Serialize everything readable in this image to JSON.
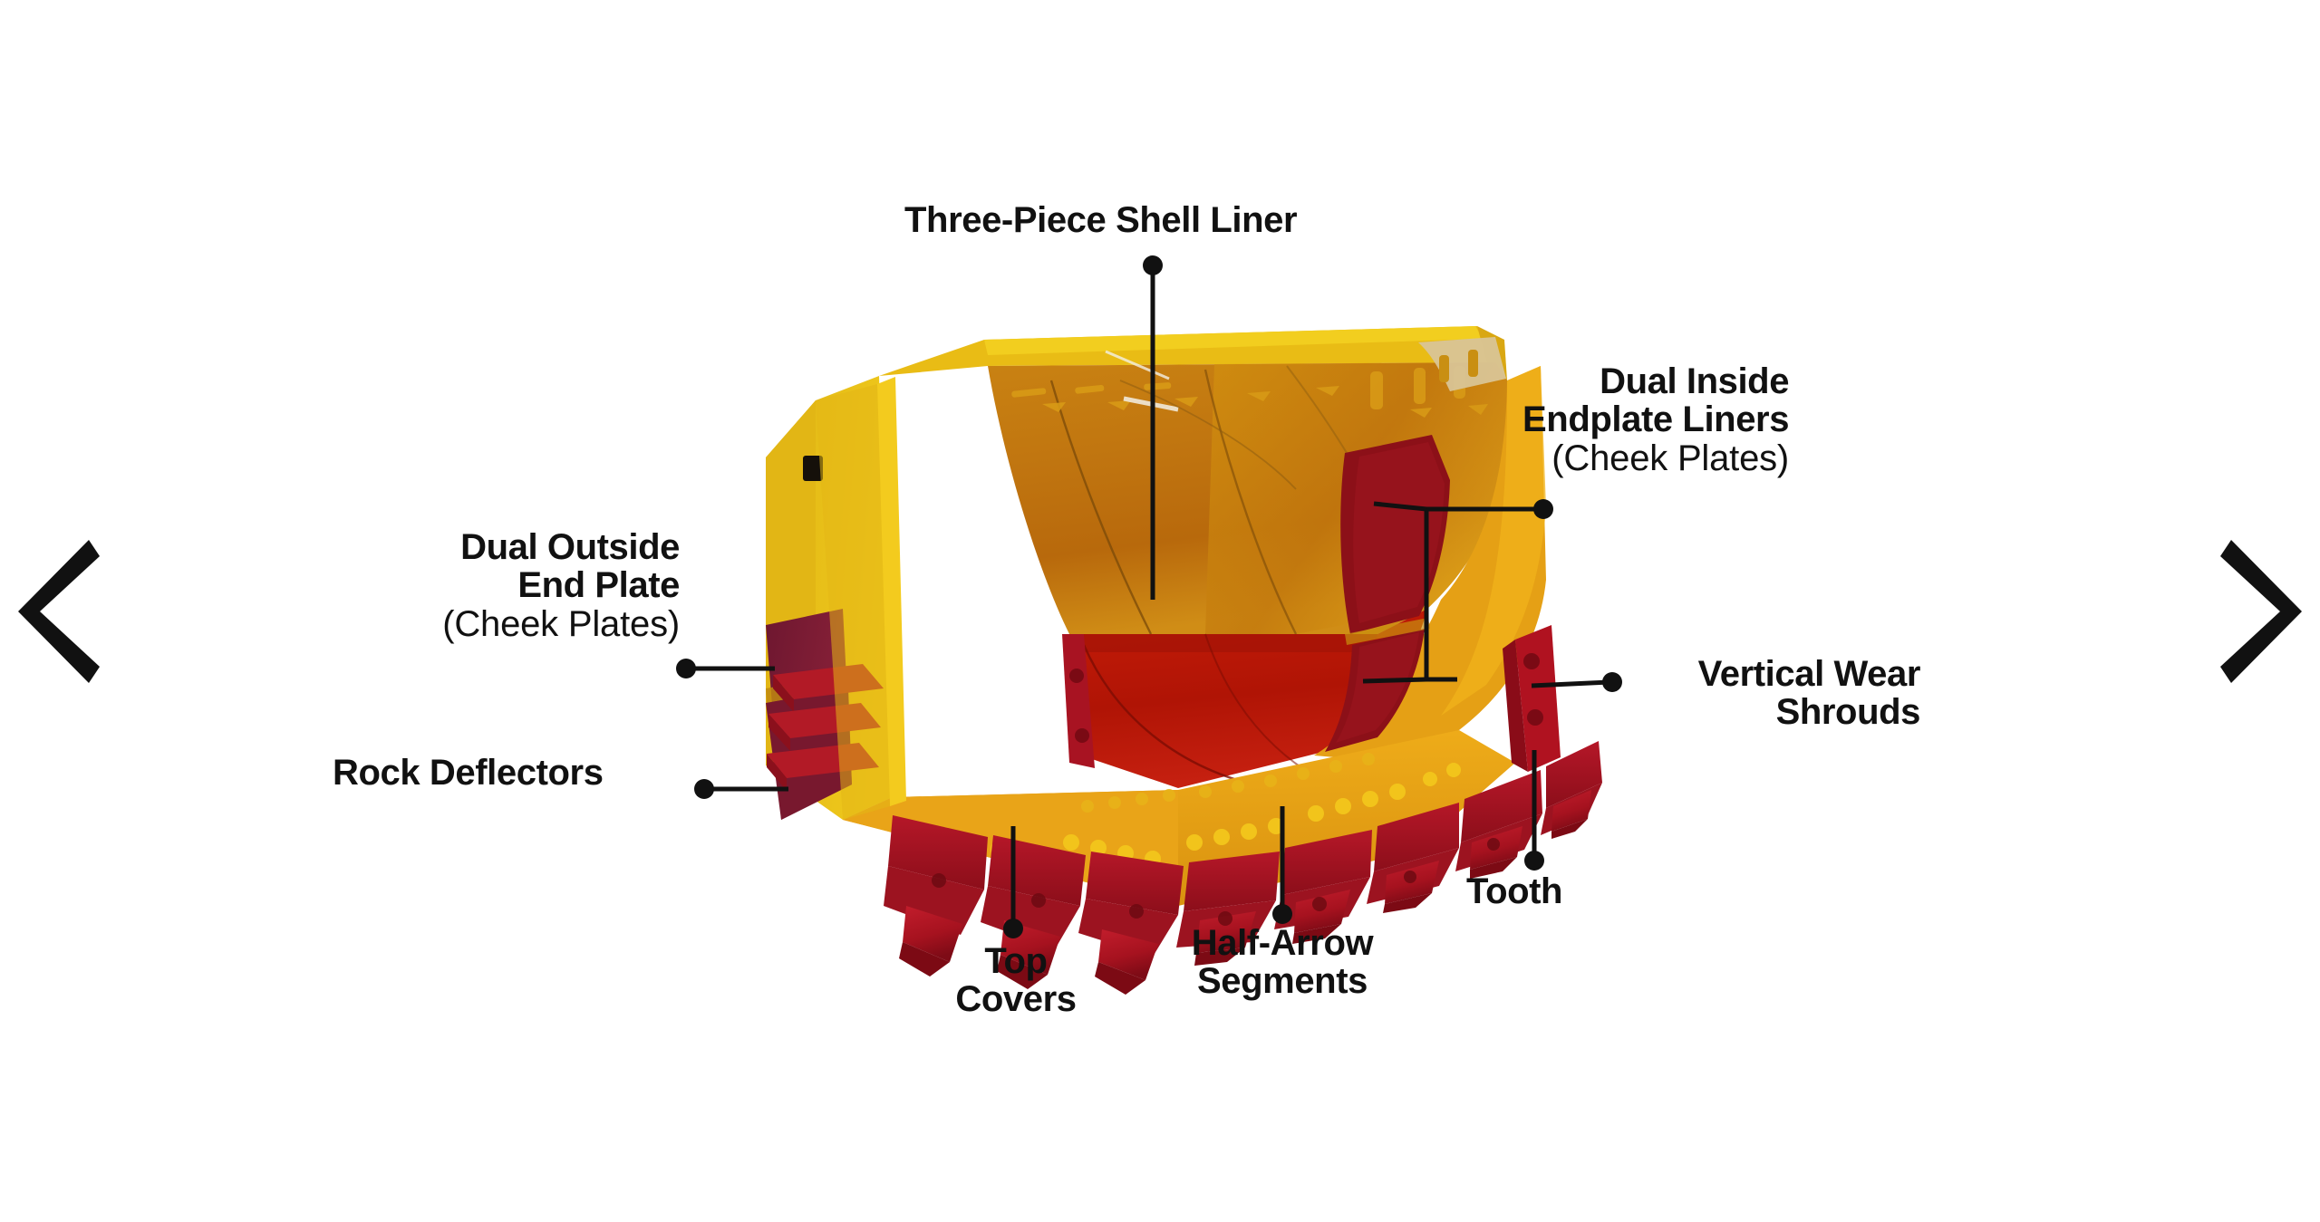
{
  "page": {
    "background_color": "#ffffff",
    "title": "Mining Loader Bucket Component Callout Diagram"
  },
  "carousel": {
    "prev_label": "‹",
    "next_label": "›",
    "prev_icon": "chevron-left-icon",
    "next_icon": "chevron-right-icon",
    "arrow_color": "#111111"
  },
  "colors": {
    "yellow_bright": "#F0C41B",
    "yellow_rail": "#EDBE14",
    "yellow_lip": "#E8A81B",
    "orange_shell": "#C87A12",
    "orange_shell_dark": "#A85C08",
    "red_floor": "#C01808",
    "red_floor_dark": "#9C1205",
    "maroon_cheek": "#7E1C33",
    "red_tooth": "#B81828",
    "red_tooth_dark": "#8E0F1C",
    "red_shroud": "#BD1426",
    "leader_line": "#111111",
    "text": "#111111"
  },
  "labels": [
    {
      "id": "three-piece-shell-liner",
      "bold_lines": [
        "Three-Piece Shell Liner"
      ],
      "regular_lines": [],
      "align": "center",
      "leader": "vertical-down"
    },
    {
      "id": "dual-inside-endplate-liners",
      "bold_lines": [
        "Dual Inside",
        "Endplate Liners"
      ],
      "regular_lines": [
        "(Cheek Plates)"
      ],
      "align": "right",
      "leader": "bracket-left"
    },
    {
      "id": "dual-outside-end-plate",
      "bold_lines": [
        "Dual Outside",
        "End Plate"
      ],
      "regular_lines": [
        "(Cheek Plates)"
      ],
      "align": "right",
      "leader": "horizontal-right"
    },
    {
      "id": "rock-deflectors",
      "bold_lines": [
        "Rock Deflectors"
      ],
      "regular_lines": [],
      "align": "right",
      "leader": "horizontal-right"
    },
    {
      "id": "vertical-wear-shrouds",
      "bold_lines": [
        "Vertical Wear",
        "Shrouds"
      ],
      "regular_lines": [],
      "align": "right",
      "leader": "horizontal-left"
    },
    {
      "id": "tooth",
      "bold_lines": [
        "Tooth"
      ],
      "regular_lines": [],
      "align": "center",
      "leader": "vertical-up"
    },
    {
      "id": "top-covers",
      "bold_lines": [
        "Top",
        "Covers"
      ],
      "regular_lines": [],
      "align": "center",
      "leader": "vertical-up"
    },
    {
      "id": "half-arrow-segments",
      "bold_lines": [
        "Half-Arrow",
        "Segments"
      ],
      "regular_lines": [],
      "align": "center",
      "leader": "vertical-up"
    }
  ],
  "label_text": {
    "three_piece_shell_liner": "Three-Piece Shell Liner",
    "dual_inside_l1": "Dual Inside",
    "dual_inside_l2": "Endplate Liners",
    "dual_inside_l3": "(Cheek Plates)",
    "dual_outside_l1": "Dual Outside",
    "dual_outside_l2": "End Plate",
    "dual_outside_l3": "(Cheek Plates)",
    "rock_deflectors": "Rock Deflectors",
    "vertical_wear_l1": "Vertical Wear",
    "vertical_wear_l2": "Shrouds",
    "tooth": "Tooth",
    "top_covers_l1": "Top",
    "top_covers_l2": "Covers",
    "half_arrow_l1": "Half-Arrow",
    "half_arrow_l2": "Segments"
  },
  "illustration": {
    "subject": "mining-loader-bucket",
    "view": "three-quarter-front-isometric",
    "component_count": 8
  }
}
